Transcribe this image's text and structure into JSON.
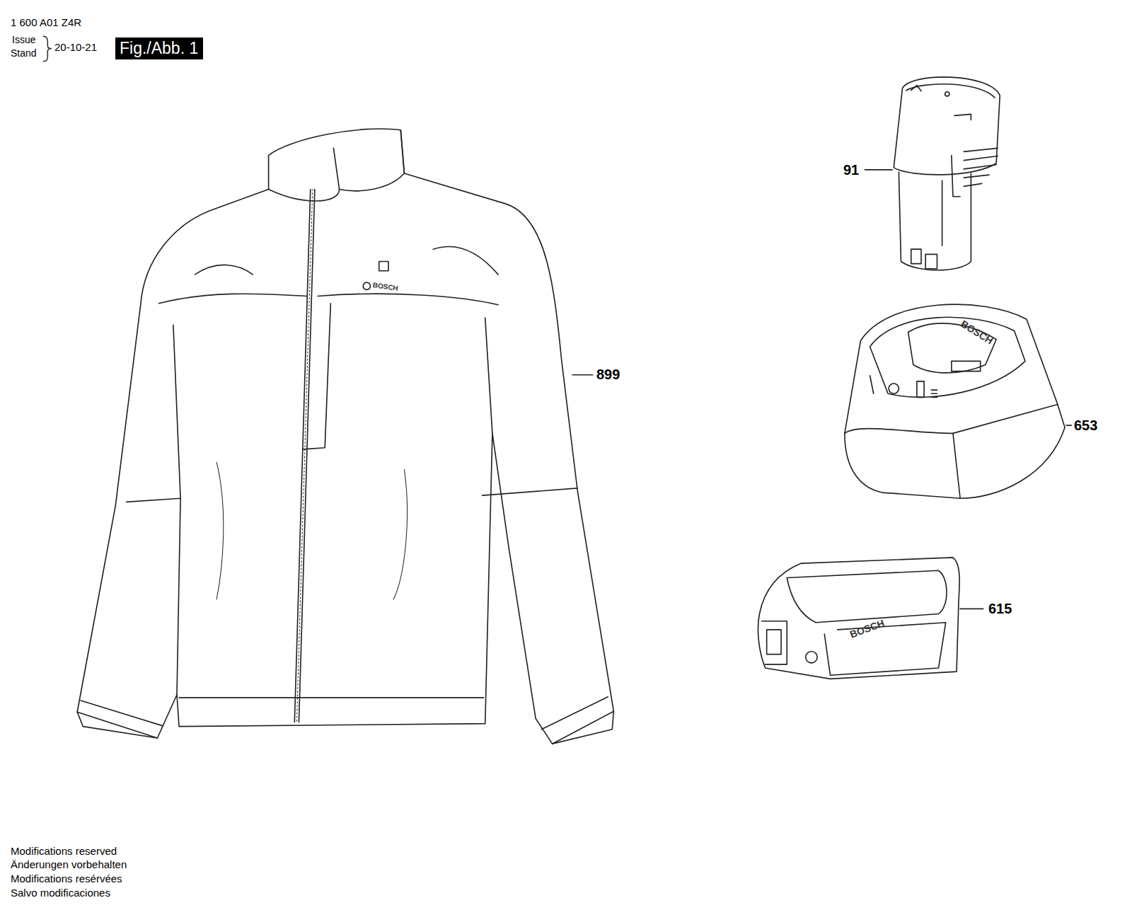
{
  "diagram": {
    "labels": [
      "1 600 A01 Z4R",
      "Issue",
      "Stand",
      "20-10-21",
      "Fig./Abb. 1",
      "91",
      "899",
      "BOSCH",
      "653",
      "BOSCH",
      "615",
      "BOSCH",
      "Modifications reserved",
      "Änderungen vorbehalten",
      "Modifications resérvées",
      "Salvo modificaciones"
    ]
  }
}
